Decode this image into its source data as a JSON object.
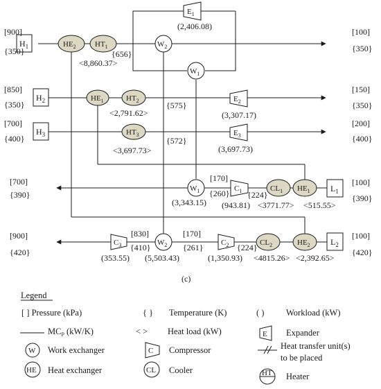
{
  "caption": "(c)",
  "streams": {
    "h1": {
      "label": "H",
      "sub": "1",
      "pressure": "[900]",
      "temperature": "{350}",
      "out_pressure": "[100]",
      "out_temperature": "{350}"
    },
    "h2": {
      "label": "H",
      "sub": "2",
      "pressure": "[850]",
      "temperature": "{350}",
      "out_pressure": "[150]",
      "out_temperature": "{350}"
    },
    "h3": {
      "label": "H",
      "sub": "3",
      "pressure": "[700]",
      "temperature": "{400}",
      "out_pressure": "[200]",
      "out_temperature": "{400}"
    },
    "l1": {
      "label": "L",
      "sub": "1",
      "pressure": "[100]",
      "temperature": "{390}",
      "out_pressure": "[700]",
      "out_temperature": "{390}"
    },
    "l2": {
      "label": "L",
      "sub": "2",
      "pressure": "[100]",
      "temperature": "{420}",
      "out_pressure": "[900]",
      "out_temperature": "{420}"
    }
  },
  "units": {
    "he2_top": {
      "label": "HE",
      "sub": "2"
    },
    "ht1": {
      "label": "HT",
      "sub": "1",
      "temp": "{656}",
      "load": "<8,860.37>"
    },
    "w2_top": {
      "label": "W",
      "sub": "2"
    },
    "w1_top": {
      "label": "W",
      "sub": "1"
    },
    "e1": {
      "label": "E",
      "sub": "1",
      "work": "(2,406.08)"
    },
    "he1_h2": {
      "label": "HE",
      "sub": "1"
    },
    "ht2": {
      "label": "HT",
      "sub": "2",
      "load": "<2,791.62>",
      "temp": "{575}"
    },
    "e2": {
      "label": "E",
      "sub": "2",
      "work": "(3,307.17)"
    },
    "ht3": {
      "label": "HT",
      "sub": "3",
      "load": "<3,697.73>",
      "temp": "{572}"
    },
    "e3": {
      "label": "E",
      "sub": "3",
      "work": "(3,697.73)"
    },
    "w1_l1": {
      "label": "W",
      "sub": "1",
      "work": "(3,343.15)",
      "pressure": "[170]",
      "temp": "{260}"
    },
    "c1": {
      "label": "C",
      "sub": "1",
      "work": "(943.81)",
      "temp": "{224}"
    },
    "cl1": {
      "label": "CL",
      "sub": "1",
      "load": "<3771.77>"
    },
    "he1_l1": {
      "label": "HE",
      "sub": "1",
      "load": "<515.55>"
    },
    "c3": {
      "label": "C",
      "sub": "3",
      "work": "(353.55)",
      "pressure": "[830]",
      "temp": "{410}"
    },
    "w2_l2": {
      "label": "W",
      "sub": "2",
      "work": "(5,503.43)",
      "pressure": "[170]",
      "temp": "{261}"
    },
    "c2": {
      "label": "C",
      "sub": "2",
      "work": "(1,350.93)",
      "temp": "{224}"
    },
    "cl2": {
      "label": "CL",
      "sub": "2",
      "load": "<4815.26>"
    },
    "he2_l2": {
      "label": "HE",
      "sub": "2",
      "load": "<2,392.65>"
    }
  },
  "legend": {
    "title": "Legend",
    "pressure": "[     ]  Pressure (kPa)",
    "temperature": "Temperature (K)",
    "temp_sym": "{     }",
    "workload": "Workload (kW)",
    "work_sym": "(       )",
    "mcp": "MC",
    "mcp_sub": "P",
    "mcp_rest": " (kW/K)",
    "heatload": "Heat load (kW)",
    "heat_sym": "<     >",
    "expander": "Expander",
    "expander_sym": "E",
    "work_exchanger": "Work exchanger",
    "work_exchanger_sym": "W",
    "compressor": "Compressor",
    "compressor_sym": "C",
    "htu_line1": "Heat transfer unit(s)",
    "htu_line2": "to be placed",
    "heat_exchanger": "Heat exchanger",
    "heat_exchanger_sym": "HE",
    "cooler": "Cooler",
    "cooler_sym": "CL",
    "heater": "Heater",
    "heater_sym": "HT"
  },
  "colors": {
    "unit_fill": "#ddd8c4",
    "line": "#1a1a1a"
  }
}
